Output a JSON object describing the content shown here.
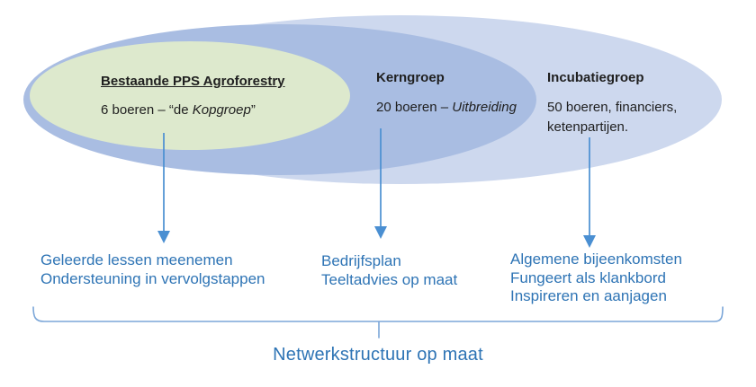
{
  "colors": {
    "outer_ellipse": "#cdd8ee",
    "middle_ellipse": "#a9bde2",
    "inner_ellipse": "#dde9cd",
    "heading_text": "#1f1f1f",
    "accent_text": "#2e74b5",
    "arrow": "#4a8fd2",
    "brace": "#7ba6d8"
  },
  "groups": {
    "kopgroep": {
      "title": "Bestaande PPS Agroforestry",
      "subtitle_prefix": "6 boeren – “de ",
      "subtitle_italic": "Kopgroep",
      "subtitle_suffix": "”",
      "outcome_lines": [
        "Geleerde lessen meenemen",
        "Ondersteuning in vervolgstappen"
      ]
    },
    "kerngroep": {
      "title": "Kerngroep",
      "subtitle_prefix": "20 boeren – ",
      "subtitle_italic": "Uitbreiding",
      "subtitle_suffix": "",
      "outcome_lines": [
        "Bedrijfsplan",
        "Teeltadvies op maat"
      ]
    },
    "incubatiegroep": {
      "title": "Incubatiegroep",
      "line1": "50 boeren, financiers,",
      "line2": "ketenpartijen.",
      "outcome_lines": [
        "Algemene bijeenkomsten",
        "Fungeert als klankbord",
        "Inspireren en aanjagen"
      ]
    }
  },
  "footer": {
    "label": "Netwerkstructuur op maat"
  }
}
